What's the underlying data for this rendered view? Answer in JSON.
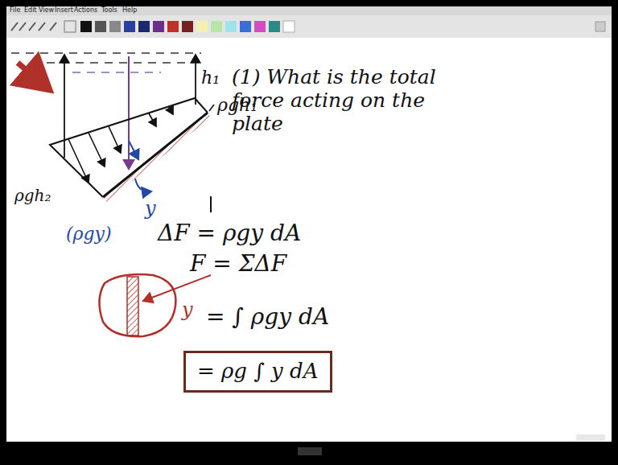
{
  "diagram": {
    "nodes": [
      {
        "text": [
          "= ρg ∫ y dA"
        ]
      }
    ],
    "labels": [
      "File",
      "Edit",
      "View",
      "Insert",
      "Actions",
      "Tools",
      "Help",
      "h₁",
      "ρgh₁",
      "(1) What is the total force acting on the plate",
      "ρgh₂",
      "y",
      "(ρgy)",
      "ΔF = ρgy dA",
      "F = ΣΔF",
      "y",
      "= ∫ ρgy dA"
    ]
  }
}
